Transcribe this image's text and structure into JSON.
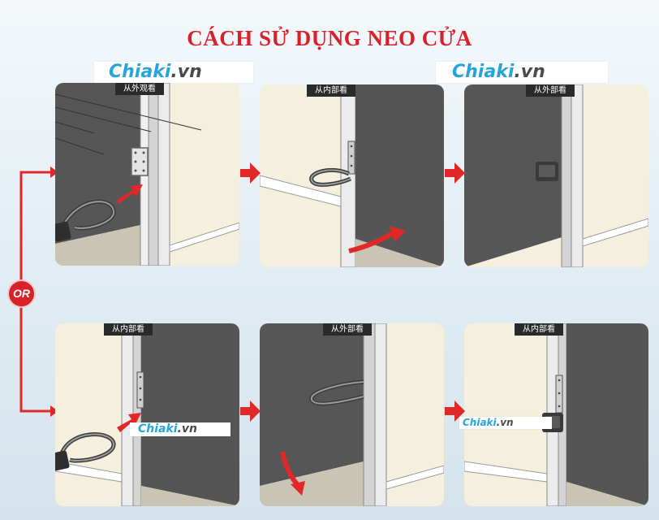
{
  "title": "CÁCH SỬ DỤNG NEO CỬA",
  "watermark": {
    "brand": "Chiaki",
    "tld": ".vn"
  },
  "or_label": "OR",
  "panels": {
    "top": [
      "从外观看",
      "从内部看",
      "从外部看"
    ],
    "bottom": [
      "从内部看",
      "从外部看",
      "从内部看"
    ]
  },
  "colors": {
    "title": "#d8222a",
    "arrow": "#e02828",
    "door": "#5a5a5a",
    "wall": "#f5f0de",
    "frame": "#dcdcdc",
    "watermark": "#25a5dc"
  }
}
